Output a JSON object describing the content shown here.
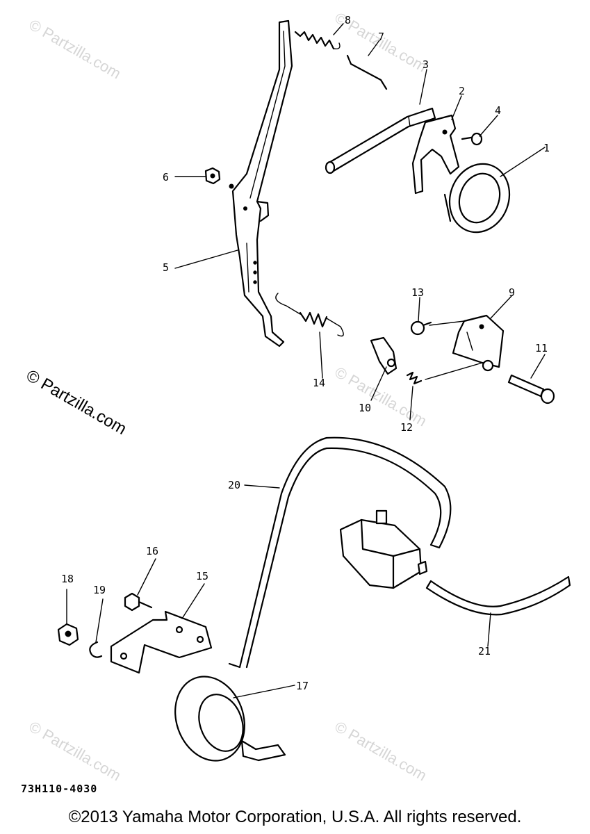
{
  "watermark": {
    "text": "© Partzilla.com",
    "side_text": "© Partzilla.com"
  },
  "callouts": [
    "1",
    "2",
    "3",
    "4",
    "5",
    "6",
    "7",
    "8",
    "9",
    "10",
    "11",
    "12",
    "13",
    "14",
    "15",
    "16",
    "17",
    "18",
    "19",
    "20",
    "21"
  ],
  "diagram_code": "73H110-4030",
  "copyright": "©2013  Yamaha Motor Corporation, U.S.A. All rights reserved."
}
